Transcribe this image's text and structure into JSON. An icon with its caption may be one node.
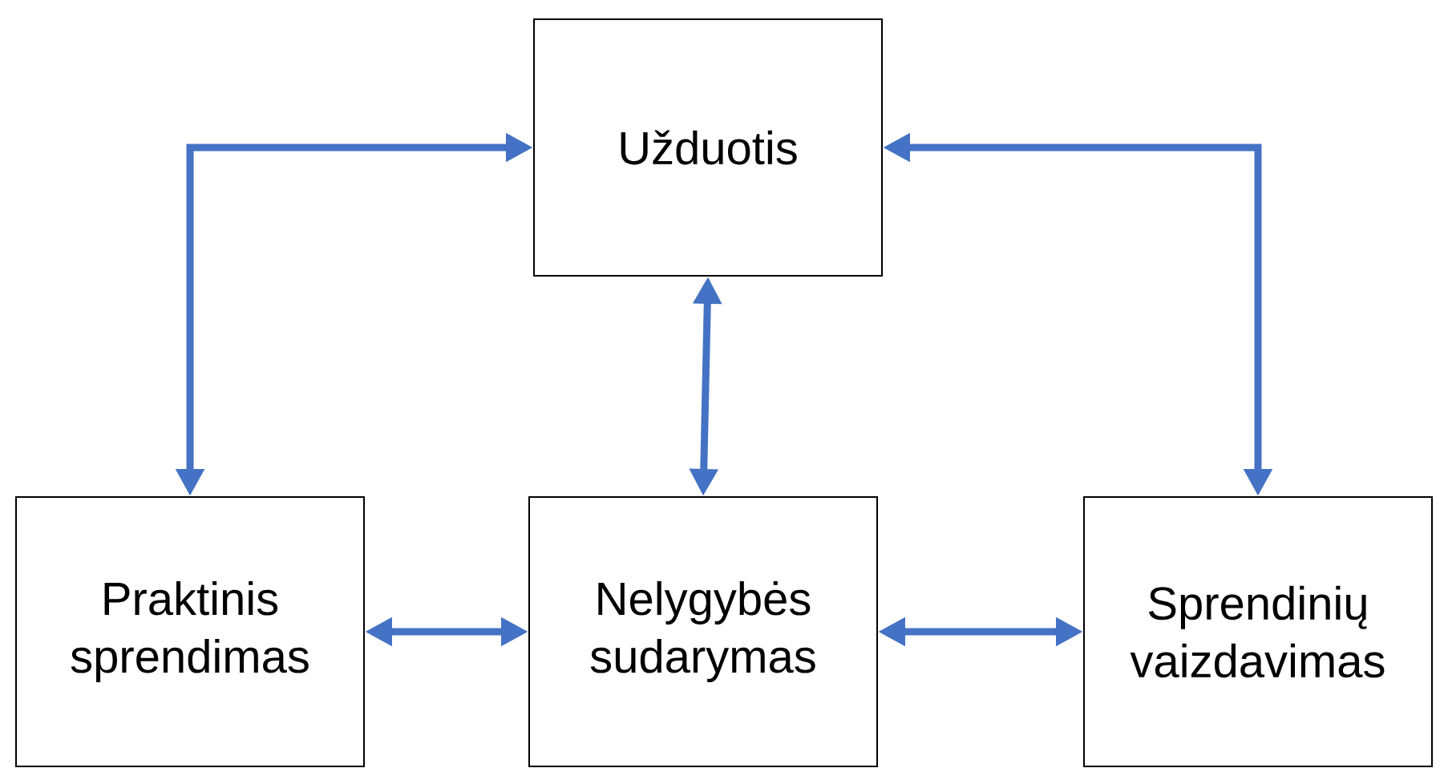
{
  "diagram": {
    "nodes": [
      {
        "text": [
          "Užduotis"
        ]
      },
      {
        "text": [
          "Praktinis sprendimas"
        ]
      },
      {
        "text": [
          "Nelygybės sudarymas"
        ]
      },
      {
        "text": [
          "Sprendinių vaizdavimas"
        ]
      }
    ],
    "edges": [
      {
        "from": 0,
        "to": 1,
        "arrow": "both"
      },
      {
        "from": 0,
        "to": 3,
        "arrow": "both"
      },
      {
        "from": 0,
        "to": 2,
        "arrow": "both"
      },
      {
        "from": 1,
        "to": 2,
        "arrow": "both"
      },
      {
        "from": 2,
        "to": 3,
        "arrow": "both"
      }
    ]
  }
}
